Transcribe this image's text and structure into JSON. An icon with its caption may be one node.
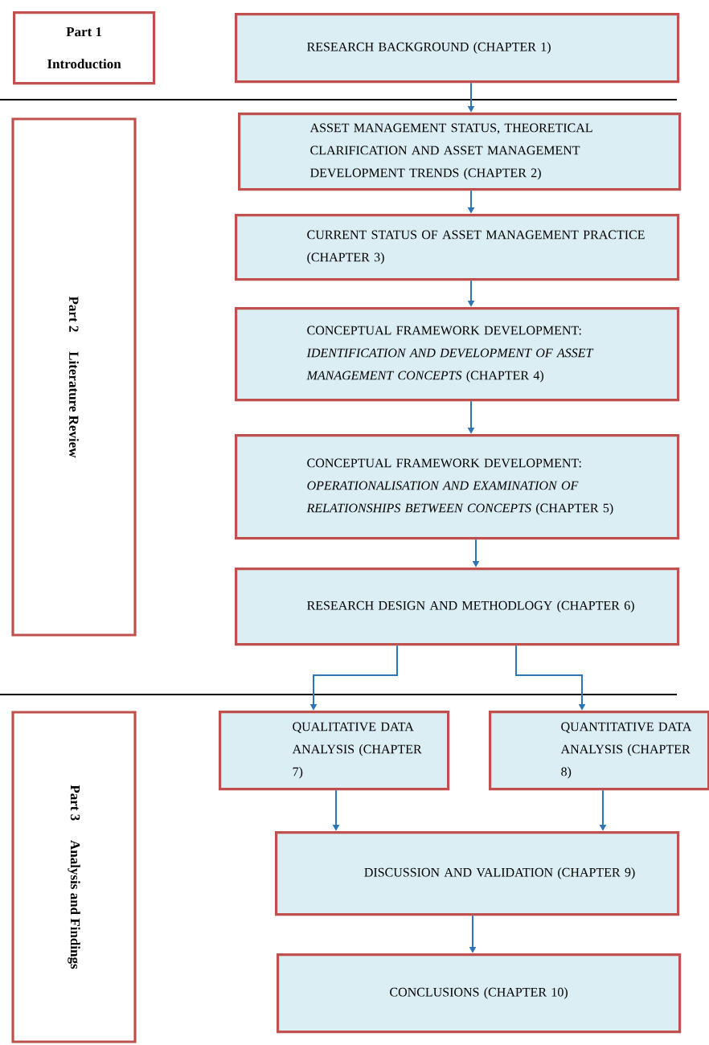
{
  "diagram": {
    "nodes": [
      {
        "text": [
          "Part 1",
          "Introduction"
        ]
      },
      {
        "text": [
          "RESEARCH BACKGROUND (CHAPTER 1)"
        ]
      },
      {
        "text": [
          "Part 2",
          "Literature Review"
        ]
      },
      {
        "text": [
          "ASSET MANAGEMENT STATUS, THEORETICAL CLARIFICATION AND ASSET MANAGEMENT DEVELOPMENT TRENDS (CHAPTER 2)"
        ]
      },
      {
        "text": [
          "CURRENT STATUS OF ASSET MANAGEMENT PRACTICE (CHAPTER 3)"
        ]
      },
      {
        "text": [
          "CONCEPTUAL FRAMEWORK DEVELOPMENT: *IDENTIFICATION AND DEVELOPMENT OF ASSET MANAGEMENT CONCEPTS* (CHAPTER 4)"
        ]
      },
      {
        "text": [
          "CONCEPTUAL FRAMEWORK DEVELOPMENT: *OPERATIONALISATION AND EXAMINATION OF RELATIONSHIPS BETWEEN CONCEPTS* (CHAPTER 5)"
        ]
      },
      {
        "text": [
          "RESEARCH DESIGN AND METHODLOGY (CHAPTER 6)"
        ]
      },
      {
        "text": [
          "Part 3",
          "Analysis and Findings"
        ]
      },
      {
        "text": [
          "QUALITATIVE DATA ANALYSIS (CHAPTER 7)"
        ]
      },
      {
        "text": [
          "QUANTITATIVE DATA ANALYSIS (CHAPTER 8)"
        ]
      },
      {
        "text": [
          "DISCUSSION AND VALIDATION (CHAPTER 9)"
        ]
      },
      {
        "text": [
          "CONCLUSIONS (CHAPTER 10)"
        ]
      }
    ],
    "edges": [
      {
        "from": 1,
        "to": 3,
        "arrow": "to"
      },
      {
        "from": 3,
        "to": 4,
        "arrow": "to"
      },
      {
        "from": 4,
        "to": 5,
        "arrow": "to"
      },
      {
        "from": 5,
        "to": 6,
        "arrow": "to"
      },
      {
        "from": 6,
        "to": 7,
        "arrow": "to"
      },
      {
        "from": 7,
        "to": 9,
        "arrow": "to"
      },
      {
        "from": 7,
        "to": 10,
        "arrow": "to"
      },
      {
        "from": 9,
        "to": 11,
        "arrow": "to"
      },
      {
        "from": 10,
        "to": 11,
        "arrow": "to"
      },
      {
        "from": 11,
        "to": 12,
        "arrow": "to"
      }
    ]
  }
}
